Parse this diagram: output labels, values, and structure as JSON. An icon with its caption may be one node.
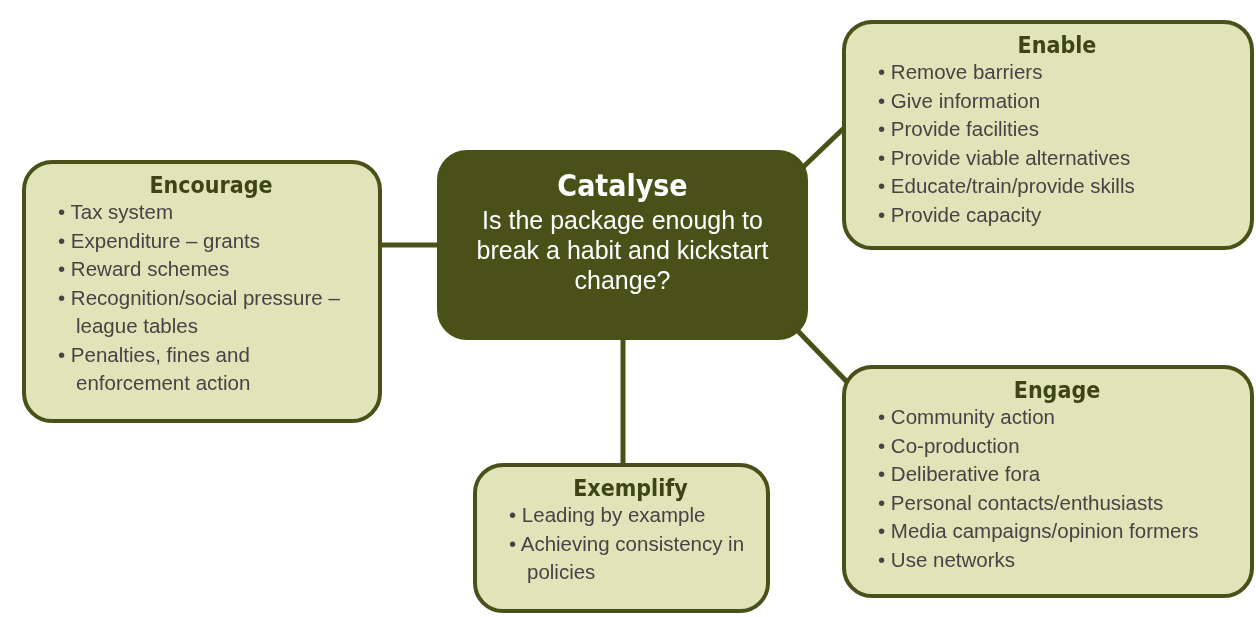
{
  "diagram": {
    "nodes": [
      {
        "text": [
          "Enable",
          "• Remove barriers",
          "• Give information",
          "• Provide facilities",
          "• Provide viable alternatives",
          "• Educate/train/provide skills",
          "• Provide capacity"
        ]
      },
      {
        "text": [
          "Encourage",
          "• Tax system",
          "• Expenditure – grants",
          "• Reward schemes",
          "• Recognition/social pressure – league tables",
          "• Penalties, fines and enforcement action"
        ]
      },
      {
        "text": [
          "Catalyse",
          "Is the package enough to break a habit and kickstart change?"
        ]
      },
      {
        "text": [
          "Engage",
          "• Community action",
          "• Co-production",
          "• Deliberative fora",
          "• Personal contacts/enthusiasts",
          "• Media campaigns/opinion formers",
          "• Use networks"
        ]
      },
      {
        "text": [
          "Exemplify",
          "• Leading by example",
          "• Achieving consistency in policies"
        ]
      }
    ],
    "edges": [
      {
        "from": 2,
        "to": 0,
        "arrow": "none"
      },
      {
        "from": 2,
        "to": 1,
        "arrow": "none"
      },
      {
        "from": 2,
        "to": 3,
        "arrow": "none"
      },
      {
        "from": 2,
        "to": 4,
        "arrow": "none"
      }
    ]
  }
}
